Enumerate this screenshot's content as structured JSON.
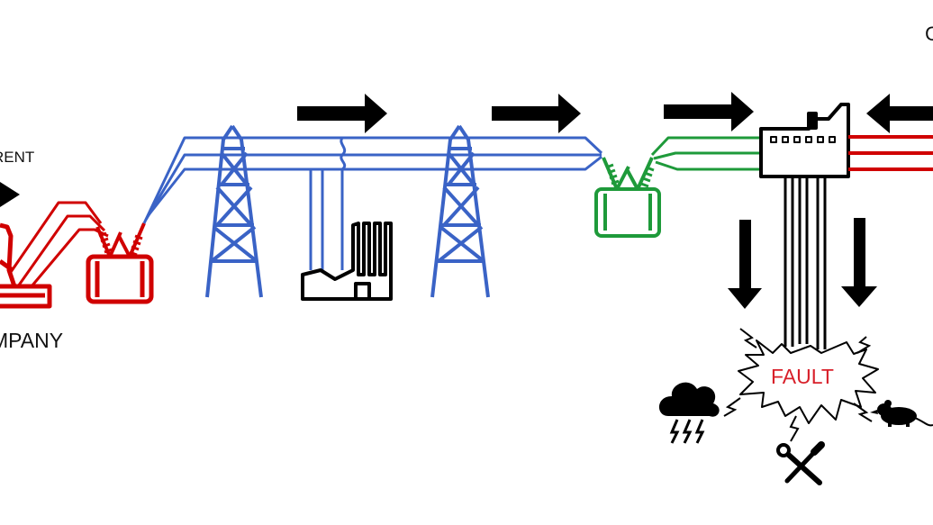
{
  "labels": {
    "current": "RENT",
    "company": "MPANY",
    "fault": "FAULT",
    "top_right": "C"
  },
  "colors": {
    "generation": "#d00000",
    "transmission": "#3a63c6",
    "distribution": "#1e9a3a",
    "consumer": "#000000",
    "fault_text": "#d8202a",
    "arrow": "#000000"
  },
  "icons": [
    "arrow-right-icon",
    "arrow-left-icon",
    "arrow-down-icon",
    "transformer-icon",
    "transmission-tower-icon",
    "factory-icon",
    "storm-cloud-icon",
    "wrench-screwdriver-icon",
    "rat-icon",
    "lightning-icon"
  ]
}
